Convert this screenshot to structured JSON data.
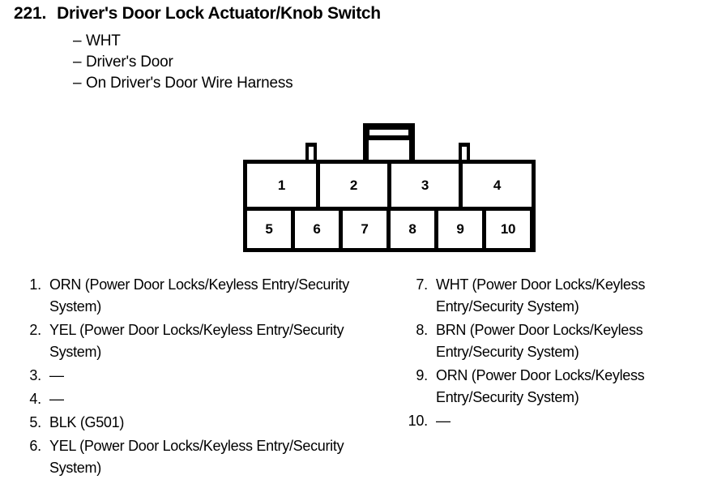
{
  "header": {
    "number": "221.",
    "title": "Driver's Door Lock Actuator/Knob Switch",
    "subtitles": [
      {
        "dash": "–",
        "label": "WHT"
      },
      {
        "dash": "–",
        "label": "Driver's Door"
      },
      {
        "dash": "–",
        "label": "On Driver's Door Wire Harness"
      }
    ]
  },
  "connector": {
    "top_row": [
      "1",
      "2",
      "3",
      "4"
    ],
    "bottom_row": [
      "5",
      "6",
      "7",
      "8",
      "9",
      "10"
    ],
    "tabs": [
      "side-tab-left",
      "center-latch-tab",
      "side-tab-right"
    ],
    "outline_color": "#000000",
    "cell_fill": "#ffffff"
  },
  "legend": {
    "left": [
      {
        "num": "1.",
        "text": "ORN (Power Door Locks/Keyless Entry/Security System)"
      },
      {
        "num": "2.",
        "text": "YEL (Power Door Locks/Keyless Entry/Security System)"
      },
      {
        "num": "3.",
        "text": "—"
      },
      {
        "num": "4.",
        "text": "—"
      },
      {
        "num": "5.",
        "text": "BLK (G501)"
      },
      {
        "num": "6.",
        "text": "YEL (Power Door Locks/Keyless Entry/Security System)"
      }
    ],
    "right": [
      {
        "num": "7.",
        "text": "WHT (Power Door Locks/Keyless Entry/Security System)"
      },
      {
        "num": "8.",
        "text": "BRN (Power Door Locks/Keyless Entry/Security System)"
      },
      {
        "num": "9.",
        "text": "ORN (Power Door Locks/Keyless Entry/Security System)"
      },
      {
        "num": "10.",
        "text": "—"
      }
    ]
  }
}
